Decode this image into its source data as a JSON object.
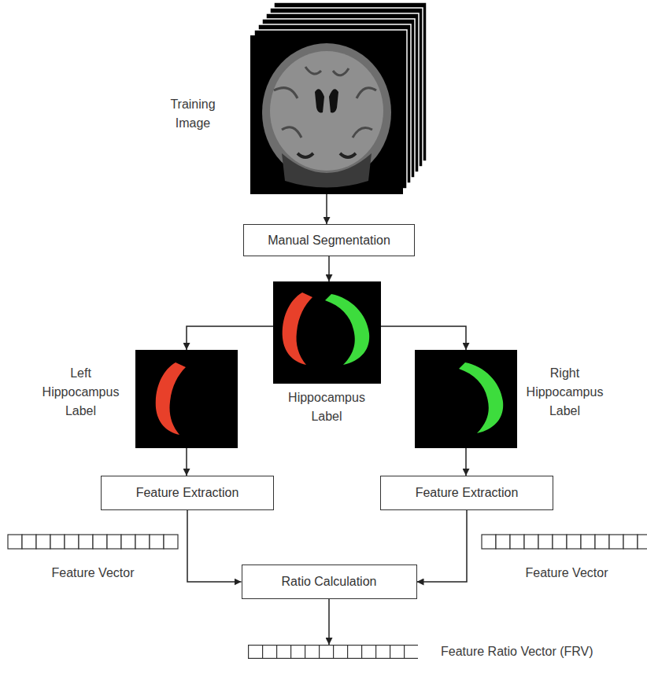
{
  "diagram": {
    "nodes": [
      {
        "text": [
          "Training Image"
        ]
      },
      {
        "text": [
          "Manual Segmentation"
        ]
      },
      {
        "text": [
          "Hippocampus Label"
        ]
      },
      {
        "text": [
          "Left Hippocampus Label"
        ]
      },
      {
        "text": [
          "Right Hippocampus Label"
        ]
      },
      {
        "text": [
          "Feature Extraction"
        ]
      },
      {
        "text": [
          "Feature Extraction"
        ]
      },
      {
        "text": [
          "Ratio Calculation"
        ]
      },
      {
        "text": [
          "Feature Ratio Vector (FRV)"
        ]
      }
    ],
    "edges": [
      {
        "from": 0,
        "to": 1,
        "arrow": "to"
      },
      {
        "from": 1,
        "to": 2,
        "arrow": "to"
      },
      {
        "from": 2,
        "to": 3,
        "arrow": "to"
      },
      {
        "from": 2,
        "to": 4,
        "arrow": "to"
      },
      {
        "from": 3,
        "to": 5,
        "arrow": "to"
      },
      {
        "from": 4,
        "to": 6,
        "arrow": "to"
      },
      {
        "from": 5,
        "to": 7,
        "arrow": "to"
      },
      {
        "from": 6,
        "to": 7,
        "arrow": "to"
      },
      {
        "from": 7,
        "to": 8,
        "arrow": "to"
      }
    ],
    "labels": [
      "Feature Vector",
      "Feature Vector"
    ]
  }
}
